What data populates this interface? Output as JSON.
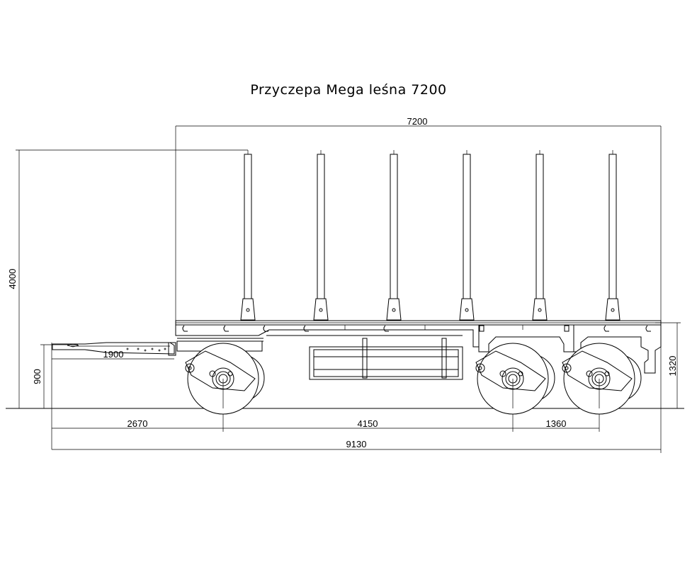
{
  "title": "Przyczepa Mega leśna 7200",
  "dimensions": {
    "body_length": "7200",
    "total_height": "4000",
    "drawbar_length": "1900",
    "drawbar_height": "900",
    "frame_height": "1320",
    "front_overhang": "2670",
    "wheelbase": "4150",
    "axle_spacing": "1360",
    "overall_length": "9130"
  }
}
